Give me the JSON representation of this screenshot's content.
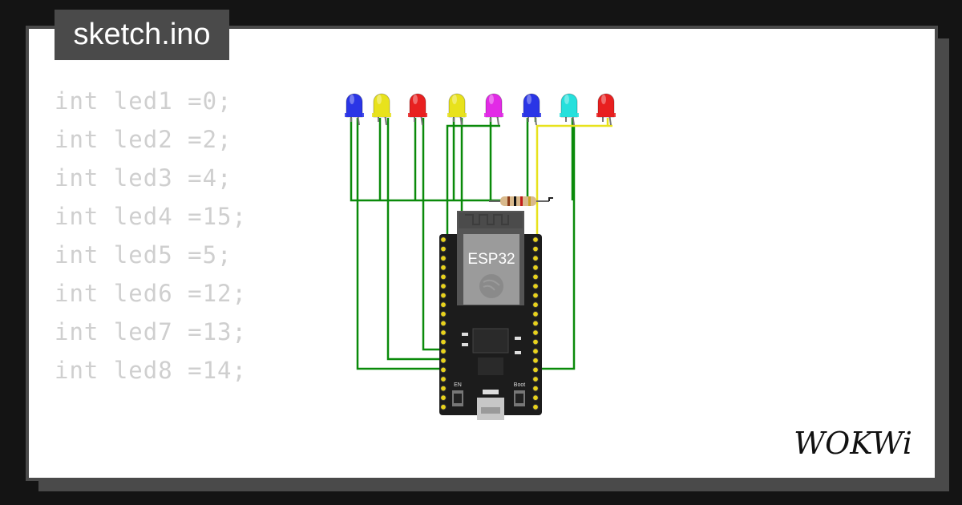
{
  "tab": {
    "filename": "sketch.ino"
  },
  "code_lines": [
    "int led1 =0;",
    "int led2 =2;",
    "int led3 =4;",
    "int led4 =15;",
    "int led5 =5;",
    "int led6 =12;",
    "int led7 =13;",
    "int led8 =14;"
  ],
  "board": {
    "module_label": "ESP32",
    "button_left": "EN",
    "button_right": "Boot"
  },
  "led_colors": [
    "#2a35e6",
    "#e8e21c",
    "#e82020",
    "#e8e21c",
    "#e22ae6",
    "#2a35e6",
    "#25e0dc",
    "#e82020"
  ],
  "wire_colors": {
    "signal": "#0a8a0a",
    "power": "#e8e21c"
  },
  "brand": {
    "name": "WOKWi"
  }
}
